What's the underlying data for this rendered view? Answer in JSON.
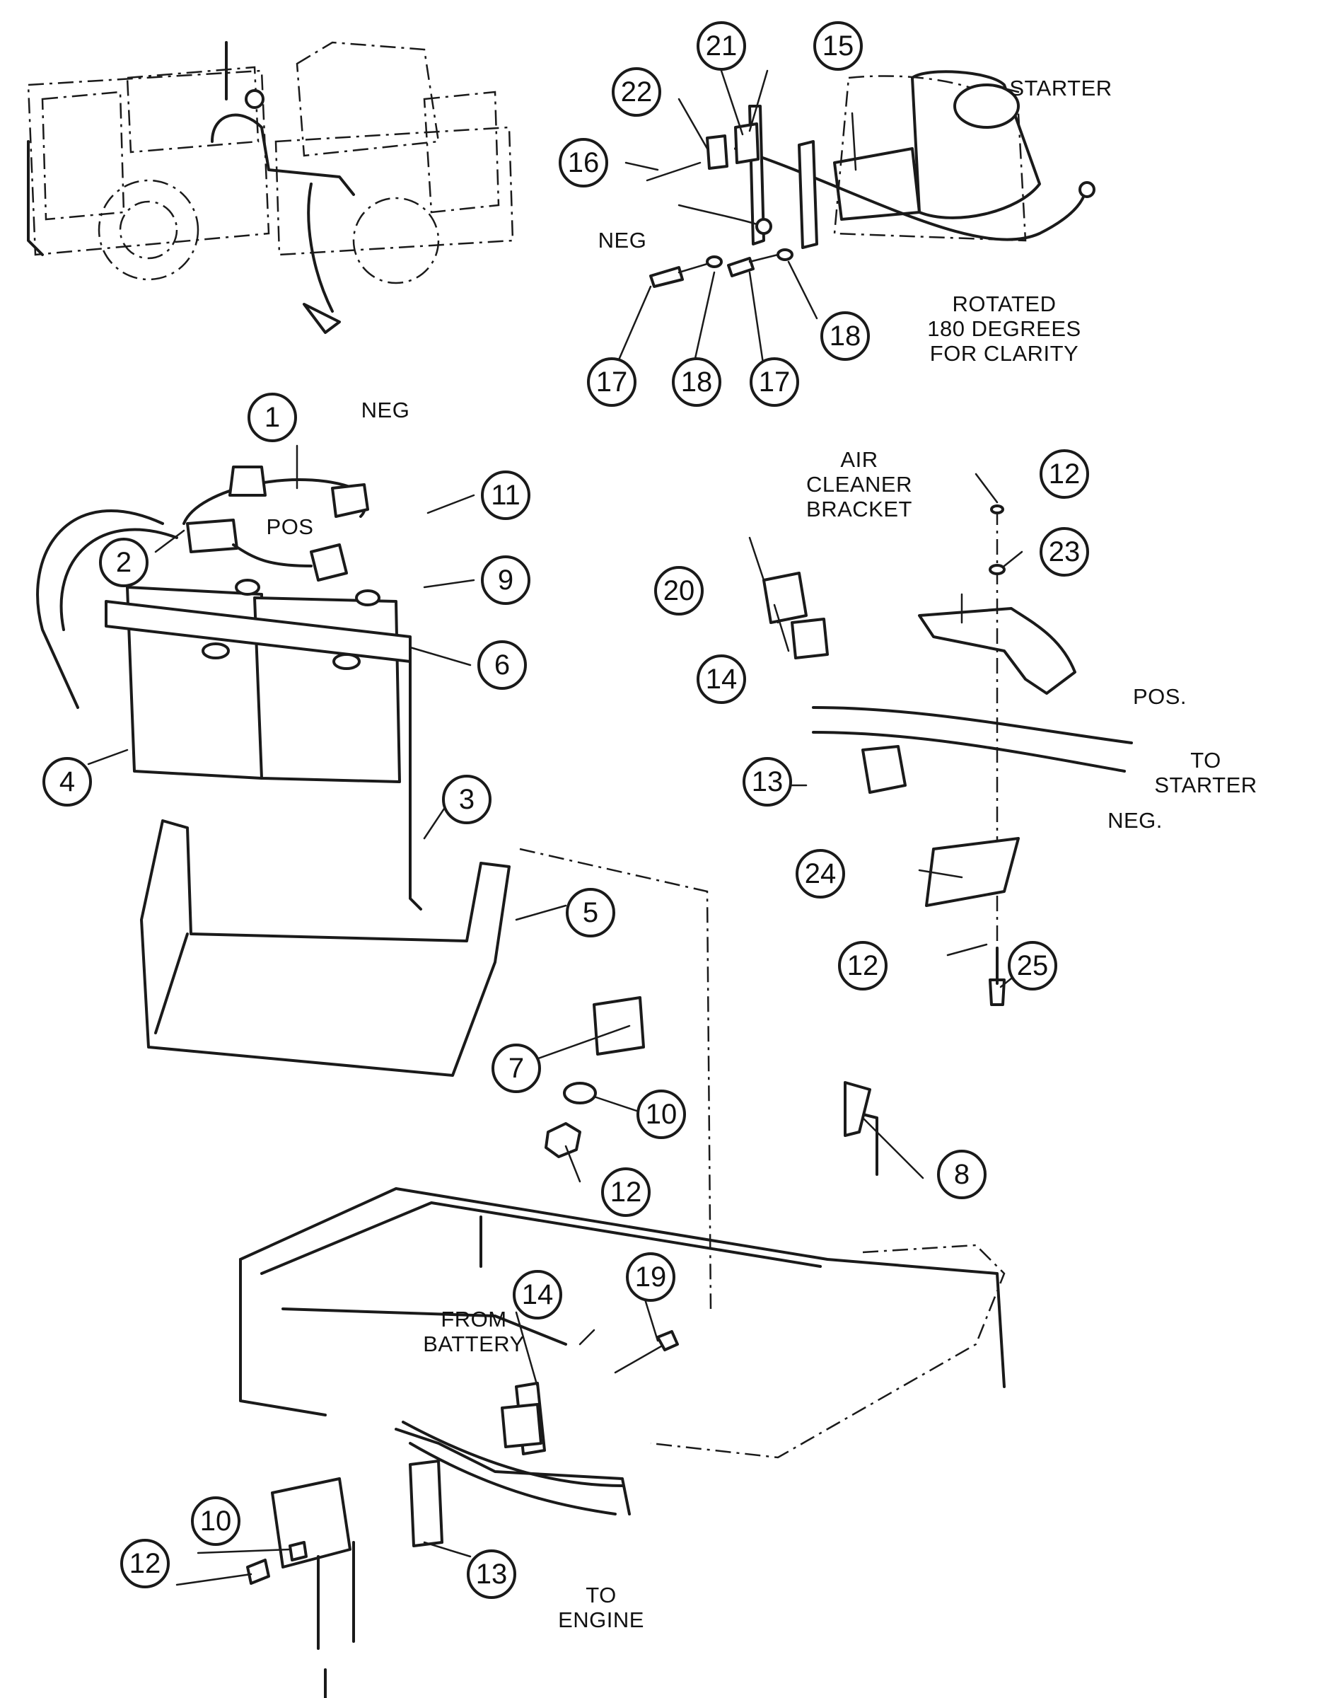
{
  "callouts": {
    "c1": "1",
    "c2": "2",
    "c3": "3",
    "c4": "4",
    "c5": "5",
    "c6": "6",
    "c7": "7",
    "c8": "8",
    "c9": "9",
    "c10a": "10",
    "c10b": "10",
    "c11": "11",
    "c12a": "12",
    "c12b": "12",
    "c12c": "12",
    "c12d": "12",
    "c13a": "13",
    "c13b": "13",
    "c14a": "14",
    "c14b": "14",
    "c15": "15",
    "c16": "16",
    "c17a": "17",
    "c17b": "17",
    "c18a": "18",
    "c18b": "18",
    "c19": "19",
    "c20": "20",
    "c21": "21",
    "c22": "22",
    "c23": "23",
    "c24": "24",
    "c25": "25"
  },
  "labels": {
    "starter": "STARTER",
    "neg_top": "NEG",
    "rotated_1": "ROTATED",
    "rotated_2": "180 DEGREES",
    "rotated_3": "FOR CLARITY",
    "neg_battery": "NEG",
    "pos_battery": "POS",
    "air_1": "AIR",
    "air_2": "CLEANER",
    "air_3": "BRACKET",
    "pos_cable": "POS.",
    "to_starter_1": "TO",
    "to_starter_2": "STARTER",
    "neg_cable": "NEG.",
    "from_battery_1": "FROM",
    "from_battery_2": "BATTERY",
    "to_engine_1": "TO",
    "to_engine_2": "ENGINE"
  }
}
